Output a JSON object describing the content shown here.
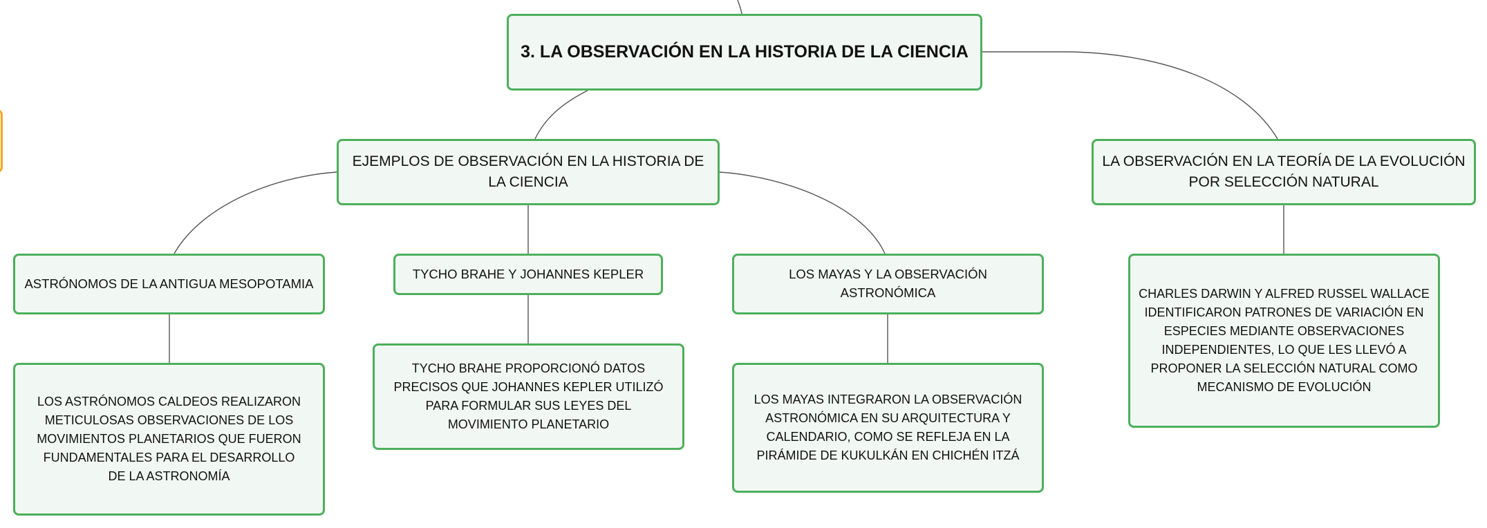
{
  "mindmap": {
    "root": {
      "label": "3. LA OBSERVACIÓN EN LA HISTORIA DE LA CIENCIA"
    },
    "examples": {
      "label": "EJEMPLOS DE OBSERVACIÓN EN LA HISTORIA DE LA CIENCIA",
      "children": [
        {
          "label": "ASTRÓNOMOS DE LA ANTIGUA MESOPOTAMIA",
          "detail": "LOS ASTRÓNOMOS CALDEOS REALIZARON METICULOSAS OBSERVACIONES DE LOS MOVIMIENTOS PLANETARIOS QUE FUERON FUNDAMENTALES PARA EL DESARROLLO DE LA ASTRONOMÍA"
        },
        {
          "label": "TYCHO BRAHE Y JOHANNES KEPLER",
          "detail": "TYCHO BRAHE PROPORCIONÓ DATOS PRECISOS QUE JOHANNES KEPLER UTILIZÓ PARA FORMULAR SUS LEYES DEL MOVIMIENTO PLANETARIO"
        },
        {
          "label": "LOS MAYAS Y LA OBSERVACIÓN ASTRONÓMICA",
          "detail": "LOS MAYAS INTEGRARON LA OBSERVACIÓN ASTRONÓMICA EN SU ARQUITECTURA Y CALENDARIO, COMO SE REFLEJA EN LA PIRÁMIDE DE KUKULKÁN EN CHICHÉN ITZÁ"
        }
      ]
    },
    "evolution": {
      "label": "LA OBSERVACIÓN EN LA TEORÍA DE LA EVOLUCIÓN POR SELECCIÓN NATURAL",
      "detail": "CHARLES DARWIN Y ALFRED RUSSEL WALLACE IDENTIFICARON PATRONES DE VARIACIÓN EN ESPECIES MEDIANTE OBSERVACIONES INDEPENDIENTES, LO QUE LES LLEVÓ A PROPONER LA SELECCIÓN NATURAL COMO MECANISMO DE EVOLUCIÓN"
    }
  },
  "colors": {
    "node_border": "#4caf5b",
    "node_fill": "#f1f8f3",
    "connector": "#555555",
    "side_tab_border": "#f5a623"
  }
}
